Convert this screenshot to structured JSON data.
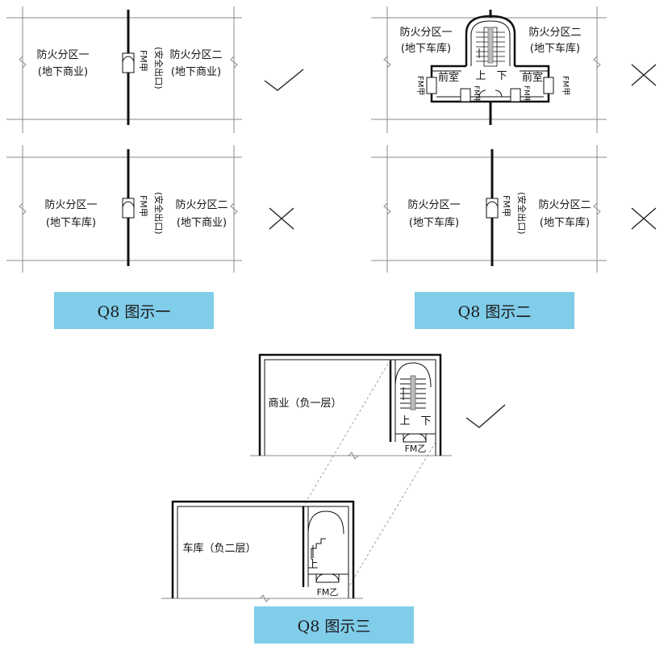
{
  "text": {
    "zone1": "防火分区一",
    "zone2": "防火分区二",
    "sub_commercial": "(地下商业)",
    "sub_garage": "(地下车库)",
    "fm_jia": "FM甲",
    "safe_exit": "(安全出口)",
    "anteroom": "前室",
    "up": "上",
    "down": "下",
    "commercial_b1": "商业（负一层）",
    "garage_b2": "车库（负二层）",
    "fm_yi": "FM乙"
  },
  "captions": {
    "fig1": "Q8 图示一",
    "fig2": "Q8 图示二",
    "fig3": "Q8 图示三"
  },
  "verdicts": {
    "fig1_top": "check",
    "fig1_bottom": "cross",
    "fig2_top": "cross",
    "fig2_bottom": "cross",
    "fig3": "check"
  },
  "colors": {
    "caption_bg": "#80cdea",
    "line": "#111111",
    "thin_line": "#888888"
  }
}
